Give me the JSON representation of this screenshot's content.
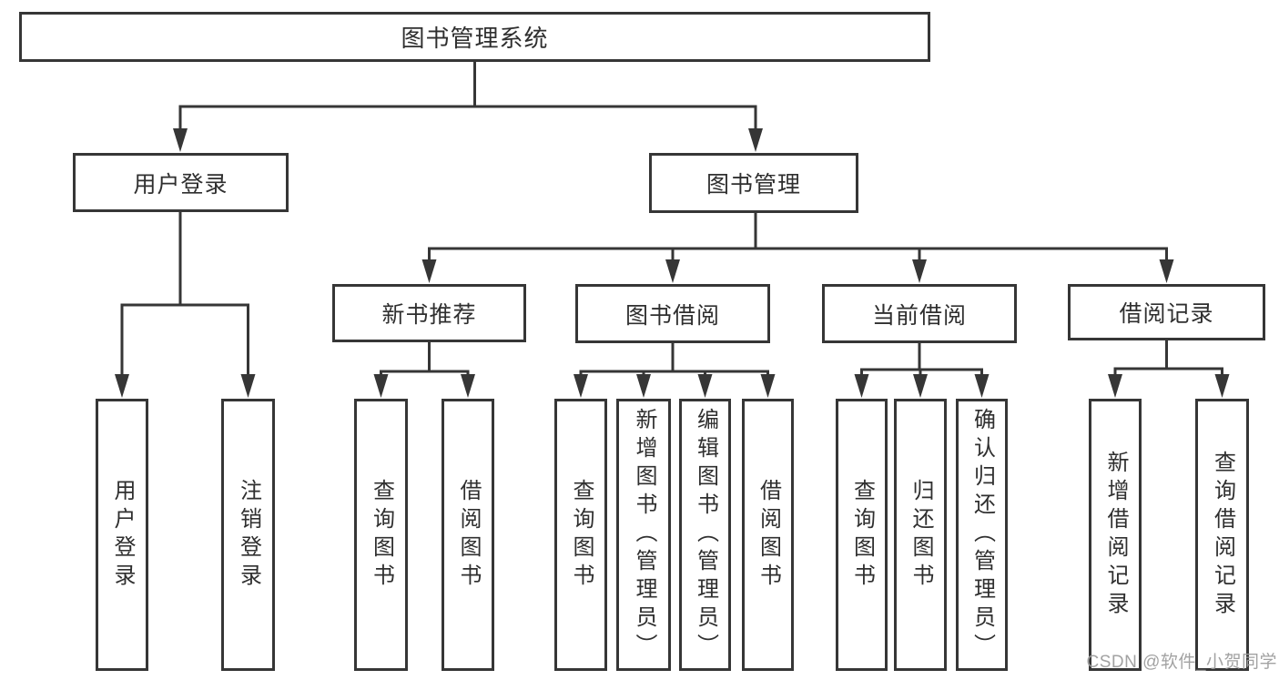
{
  "nodes": {
    "root": "图书管理系统",
    "user_login": "用户登录",
    "book_management": "图书管理",
    "new_book_recommend": "新书推荐",
    "book_borrow": "图书借阅",
    "current_borrow": "当前借阅",
    "borrow_records": "借阅记录",
    "leaves": {
      "user_login": [
        "用户登录",
        "注销登录"
      ],
      "new_book_recommend": [
        "查询图书",
        "借阅图书"
      ],
      "book_borrow": [
        "查询图书",
        "新增图书（管理员）",
        "编辑图书（管理员）",
        "借阅图书"
      ],
      "current_borrow": [
        "查询图书",
        "归还图书",
        "确认归还（管理员）"
      ],
      "borrow_records": [
        "新增借阅记录",
        "查询借阅记录"
      ]
    }
  },
  "watermark": "CSDN @软件_小贺同学",
  "colors": {
    "line": "#363636",
    "text": "#2f2f2f",
    "background": "#ffffff",
    "watermark": "#9b9b9b"
  }
}
